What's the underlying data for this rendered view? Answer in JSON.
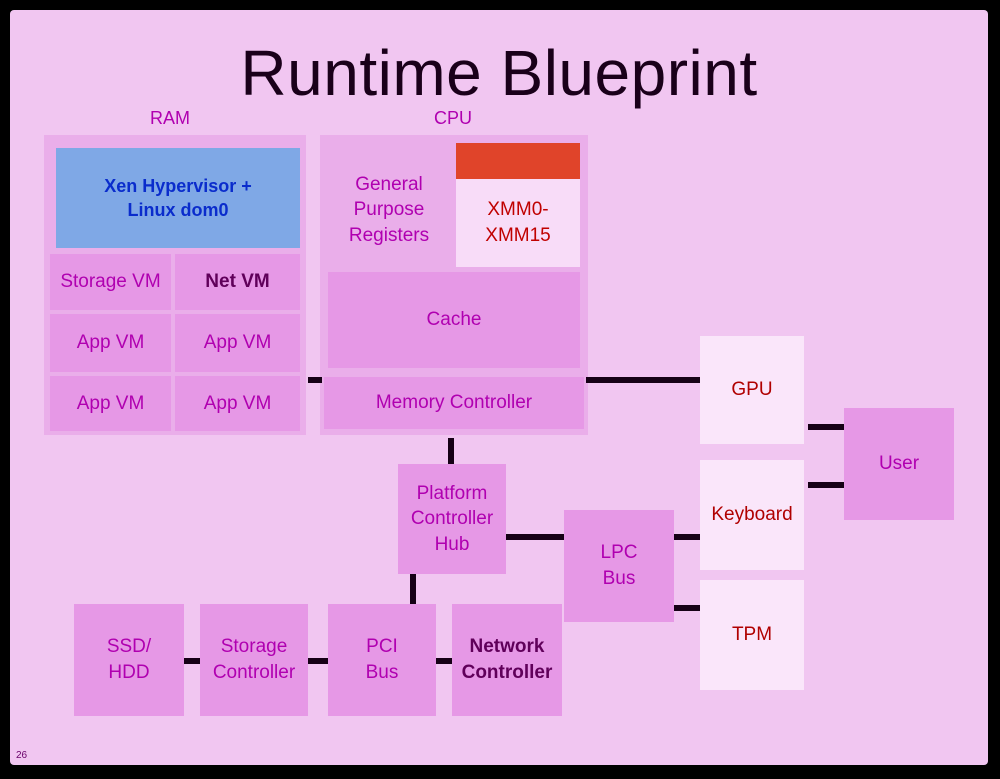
{
  "slide": {
    "title": "Runtime Blueprint",
    "page_number": "26"
  },
  "labels": {
    "ram": "RAM",
    "cpu": "CPU"
  },
  "ram": {
    "hypervisor": "Xen Hypervisor +\nLinux dom0",
    "storage_vm": "Storage VM",
    "net_vm": "Net VM",
    "app_vms": [
      "App VM",
      "App VM",
      "App VM",
      "App VM"
    ]
  },
  "cpu": {
    "registers": "General\nPurpose\nRegisters",
    "xmm_header": "",
    "xmm": "XMM0-\nXMM15",
    "cache": "Cache",
    "memory_controller": "Memory Controller"
  },
  "components": {
    "gpu": "GPU",
    "keyboard": "Keyboard",
    "tpm": "TPM",
    "user": "User",
    "pch": "Platform\nController\nHub",
    "lpc_bus": "LPC\nBus",
    "ssd_hdd": "SSD/\nHDD",
    "storage_controller": "Storage\nController",
    "pci_bus": "PCI\nBus",
    "network_controller": "Network\nController"
  },
  "colors": {
    "background": "#f1c6f1",
    "hypervisor": "#7fa8e6",
    "xmm_header": "#e0442a",
    "connector": "#160016"
  }
}
